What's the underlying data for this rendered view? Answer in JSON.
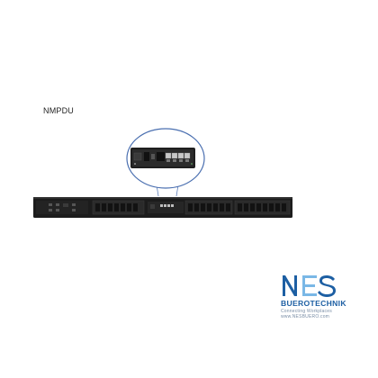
{
  "product": {
    "label": "NMPDU"
  },
  "logo": {
    "wordmark": "NES",
    "subtitle": "BUEROTECHNIK",
    "tagline": "Connecting Workplaces",
    "url": "www.NESBUERO.com",
    "brand_color": "#1d5fa3",
    "accent_color": "#7ab8e6"
  },
  "colors": {
    "unit_body": "#1c1c1c",
    "module_panel": "#2a2a2a",
    "magnifier_ring": "#4a6fb0",
    "port_metal": "#c8c8c8"
  }
}
